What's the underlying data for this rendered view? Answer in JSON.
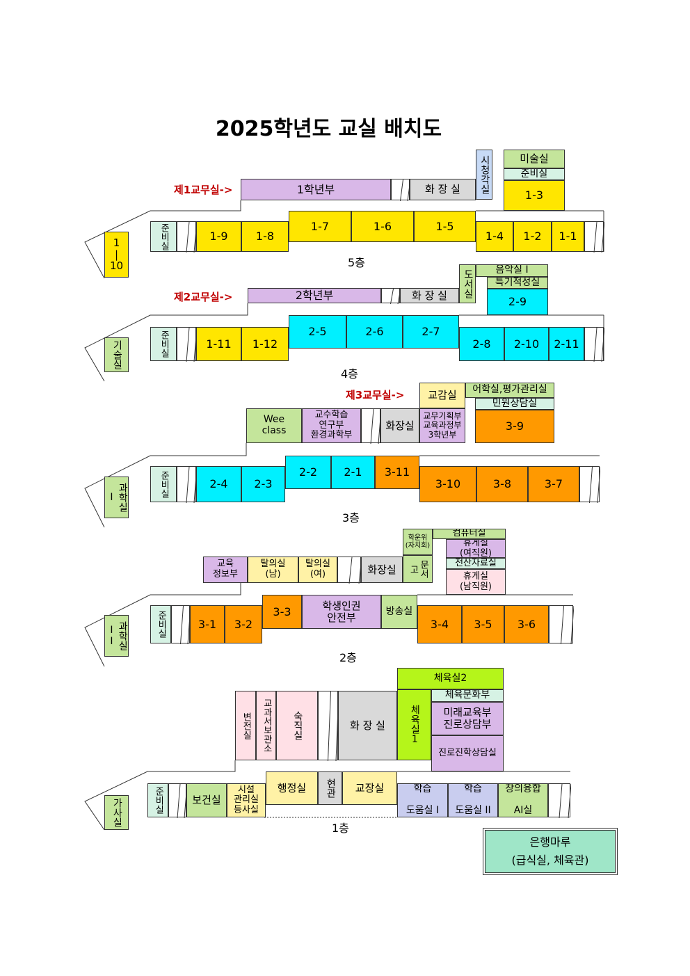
{
  "title": "2025학년도  교실  배치도",
  "colors": {
    "yellow": "#ffe600",
    "purple": "#d9b8e8",
    "gray": "#d9d9d9",
    "green": "#c4e59b",
    "mint": "#d6f2e4",
    "cyan": "#00f0ff",
    "orange": "#ff9900",
    "lightblue": "#c7daf6",
    "lightyellow": "#fff2a6",
    "pink": "#ffe0e6",
    "lime": "#b5f51a",
    "lavender": "#c9cdef",
    "seafoam": "#9fe6c8",
    "white": "#ffffff"
  },
  "floors": {
    "f5": {
      "label": "5층",
      "arrow": "제1교무실->",
      "rooms": {
        "sicheong": "시청각실",
        "misul": "미술실",
        "junbi_misul": "준비실",
        "r1_3": "1-3",
        "grade1": "1학년부",
        "toilet": "화 장 실",
        "junbi": "준비실",
        "r1_9": "1-9",
        "r1_8": "1-8",
        "r1_7": "1-7",
        "r1_6": "1-6",
        "r1_5": "1-5",
        "r1_4": "1-4",
        "r1_2": "1-2",
        "r1_1": "1-1",
        "r1_10": "1\n|\n10"
      }
    },
    "f4": {
      "label": "4층",
      "arrow": "제2교무실->",
      "rooms": {
        "library": "도서실",
        "music": "음악실 I",
        "special": "특기적성실",
        "r2_9": "2-9",
        "grade2": "2학년부",
        "toilet": "화 장 실",
        "junbi": "준비실",
        "r1_11": "1-11",
        "r1_12": "1-12",
        "r2_5": "2-5",
        "r2_6": "2-6",
        "r2_7": "2-7",
        "r2_8": "2-8",
        "r2_10": "2-10",
        "r2_11": "2-11",
        "tech": "기술실"
      }
    },
    "f3": {
      "label": "3층",
      "arrow": "제3교무실->",
      "rooms": {
        "vice": "교감실",
        "lang": "어학실,평가관리실",
        "civil": "민원상담실",
        "r3_9": "3-9",
        "wee": "Wee\nclass",
        "teach": "교수학습\n연구부\n환경과학부",
        "toilet": "화장실",
        "plan": "교무기획부\n교육과정부\n3학년부",
        "junbi": "준비실",
        "r2_4": "2-4",
        "r2_3": "2-3",
        "r2_2": "2-2",
        "r2_1": "2-1",
        "r3_11": "3-11",
        "r3_10": "3-10",
        "r3_8": "3-8",
        "r3_7": "3-7",
        "sci1": "과학실 I"
      }
    },
    "f2": {
      "label": "2층",
      "rooms": {
        "council": "학운위\n(자치회)",
        "docs": "문서고",
        "computer": "컴퓨터실",
        "rest_f": "휴게실\n(여직원)",
        "data": "전산자료실",
        "rest_m": "휴게실\n(남직원)",
        "edu_info": "교육\n정보부",
        "dress_m": "탈의실\n(남)",
        "dress_f": "탈의실\n(여)",
        "toilet": "화장실",
        "junbi": "준비실",
        "r3_1": "3-1",
        "r3_2": "3-2",
        "r3_3": "3-3",
        "rights": "학생인권\n안전부",
        "broadcast": "방송실",
        "r3_4": "3-4",
        "r3_5": "3-5",
        "r3_6": "3-6",
        "sci2": "과학실 II"
      }
    },
    "f1": {
      "label": "1층",
      "rooms": {
        "gym2": "체육실2",
        "gym_culture": "체육문화부",
        "future": "미래교육부\n진로상담부",
        "career": "진로진학상담실",
        "gym1": "체육실1",
        "toilet_change": "변전실",
        "textbook": "교과서보관소",
        "night": "숙직실",
        "toilet": "화 장 실",
        "junbi": "준비실",
        "health": "보건실",
        "facility": "시설\n관리실\n등사실",
        "admin": "행정실",
        "entrance": "현관",
        "principal": "교장실",
        "help1": "학습\n\n도움실 I",
        "help2": "학습\n\n도움실 II",
        "ai": "창의융합\n\nAI실",
        "home": "가사실"
      }
    }
  },
  "annex": "은행마루\n(급식실, 체육관)"
}
